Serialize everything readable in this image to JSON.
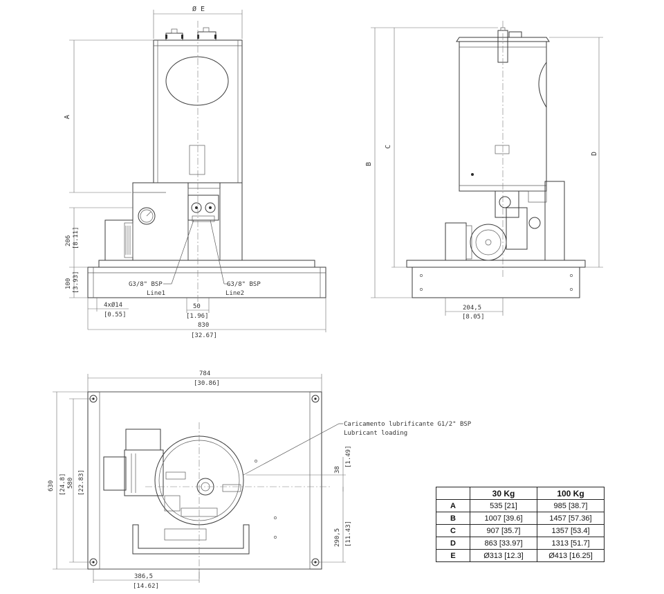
{
  "front_view": {
    "dim_E": "Ø E",
    "dim_A": "A",
    "dim_206": "206",
    "dim_206_in": "[8.11]",
    "dim_100": "100",
    "dim_100_in": "[3.93]",
    "holes": "4xØ14",
    "holes_in": "[0.55]",
    "dim_50": "50",
    "dim_50_in": "[1.96]",
    "dim_830": "830",
    "dim_830_in": "[32.67]",
    "line1_a": "G3/8\" BSP",
    "line1_b": "Line1",
    "line2_a": "G3/8\" BSP",
    "line2_b": "Line2"
  },
  "side_view": {
    "dim_B": "B",
    "dim_C": "C",
    "dim_D": "D",
    "dim_2045": "204,5",
    "dim_2045_in": "[8.05]"
  },
  "top_view": {
    "dim_784": "784",
    "dim_784_in": "[30.86]",
    "dim_630": "630",
    "dim_630_in": "[24.8]",
    "dim_580": "580",
    "dim_580_in": "[22.83]",
    "dim_38": "38",
    "dim_38_in": "[1.49]",
    "dim_2905": "290,5",
    "dim_2905_in": "[11.43]",
    "dim_3865": "386,5",
    "dim_3865_in": "[14.62]",
    "loading_it": "Caricamento lubrificante G1/2\" BSP",
    "loading_en": "Lubricant loading"
  },
  "spec_table": {
    "col1": "30 Kg",
    "col2": "100 Kg",
    "rows": [
      {
        "key": "A",
        "v1": "535 [21]",
        "v2": "985 [38.7]"
      },
      {
        "key": "B",
        "v1": "1007 [39.6]",
        "v2": "1457 [57.36]"
      },
      {
        "key": "C",
        "v1": "907 [35.7]",
        "v2": "1357 [53.4]"
      },
      {
        "key": "D",
        "v1": "863 [33.97]",
        "v2": "1313 [51.7]"
      },
      {
        "key": "E",
        "v1": "Ø313 [12.3]",
        "v2": "Ø413 [16.25]"
      }
    ]
  }
}
